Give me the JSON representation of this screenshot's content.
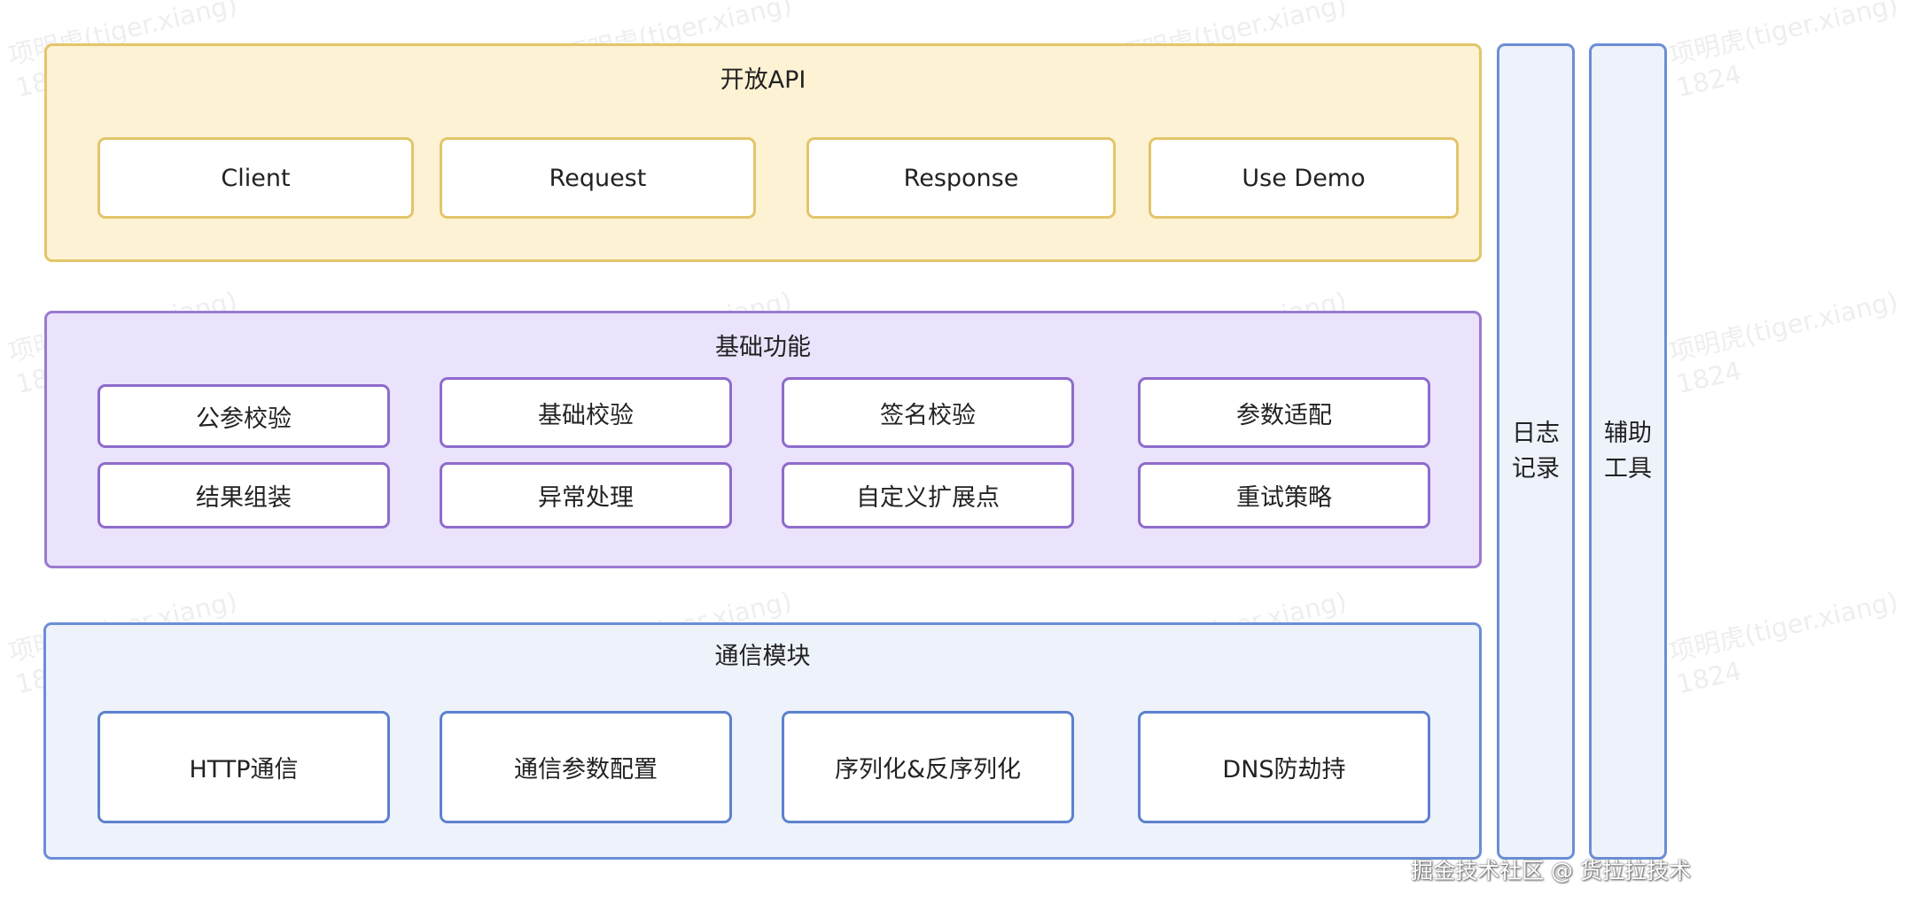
{
  "open_api": {
    "title": "开放API",
    "items": [
      "Client",
      "Request",
      "Response",
      "Use Demo"
    ]
  },
  "base": {
    "title": "基础功能",
    "row1": [
      "公参校验",
      "基础校验",
      "签名校验",
      "参数适配"
    ],
    "row2": [
      "结果组装",
      "异常处理",
      "自定义扩展点",
      "重试策略"
    ]
  },
  "comm": {
    "title": "通信模块",
    "items": [
      "HTTP通信",
      "通信参数配置",
      "序列化&反序列化",
      "DNS防劫持"
    ]
  },
  "side": {
    "log": "日志记录",
    "tools": "辅助工具"
  },
  "watermark": "项明虎(tiger.xiang)\n1824",
  "credit": "掘金技术社区 @ 货拉拉技术",
  "colors": {
    "open_api_fill": "#fdf2d3",
    "open_api_border": "#e3c56a",
    "base_fill": "#ebe2fb",
    "base_border": "#9b7ad1",
    "comm_fill": "#eef2fb",
    "comm_border": "#6b8ed6"
  }
}
